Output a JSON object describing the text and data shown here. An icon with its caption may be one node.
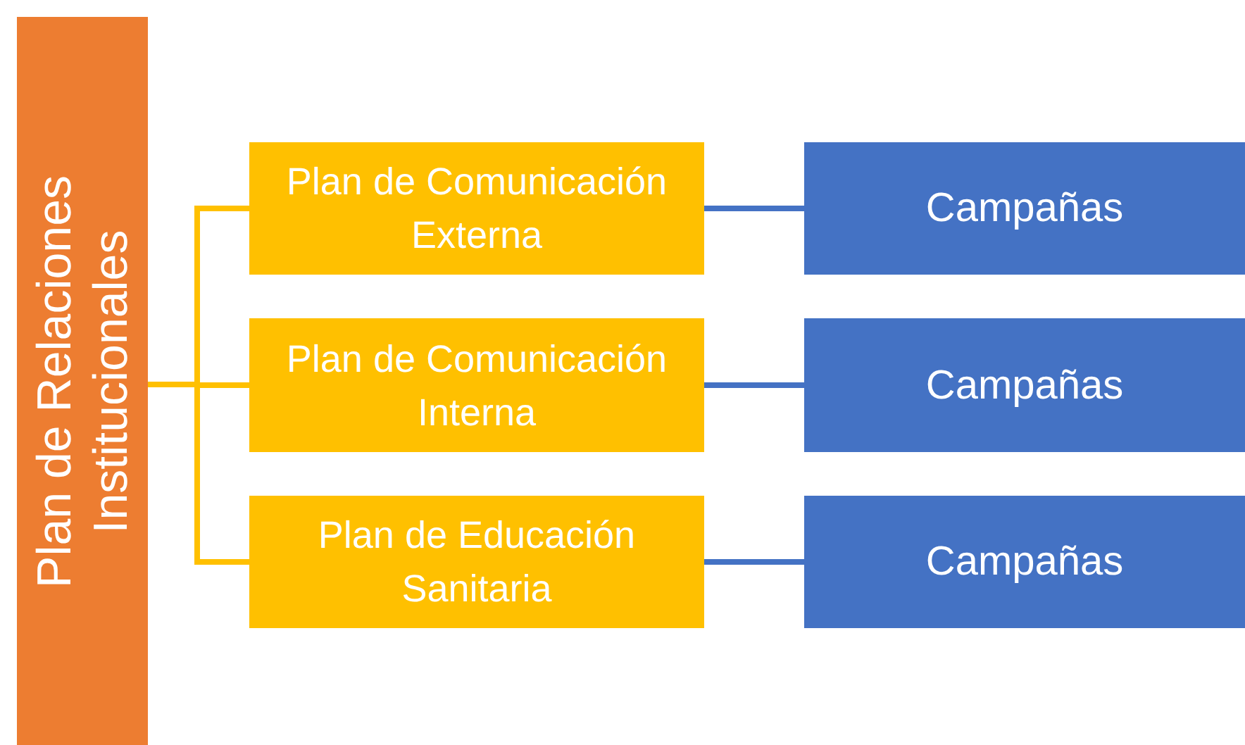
{
  "diagram": {
    "nodes": [
      {
        "text": [
          "Plan de Relaciones Institucionales"
        ]
      },
      {
        "text": [
          "Plan de Comunicación Externa"
        ]
      },
      {
        "text": [
          "Plan de Comunicación Interna"
        ]
      },
      {
        "text": [
          "Plan de Educación Sanitaria"
        ]
      },
      {
        "text": [
          "Campañas"
        ]
      },
      {
        "text": [
          "Campañas"
        ]
      },
      {
        "text": [
          "Campañas"
        ]
      }
    ],
    "edges": [
      {
        "from": 0,
        "to": 1,
        "arrow": "none",
        "color": "#ffc000"
      },
      {
        "from": 0,
        "to": 2,
        "arrow": "none",
        "color": "#ffc000"
      },
      {
        "from": 0,
        "to": 3,
        "arrow": "none",
        "color": "#ffc000"
      },
      {
        "from": 1,
        "to": 4,
        "arrow": "none",
        "color": "#4472c4"
      },
      {
        "from": 2,
        "to": 5,
        "arrow": "none",
        "color": "#4472c4"
      },
      {
        "from": 3,
        "to": 6,
        "arrow": "none",
        "color": "#4472c4"
      }
    ]
  }
}
